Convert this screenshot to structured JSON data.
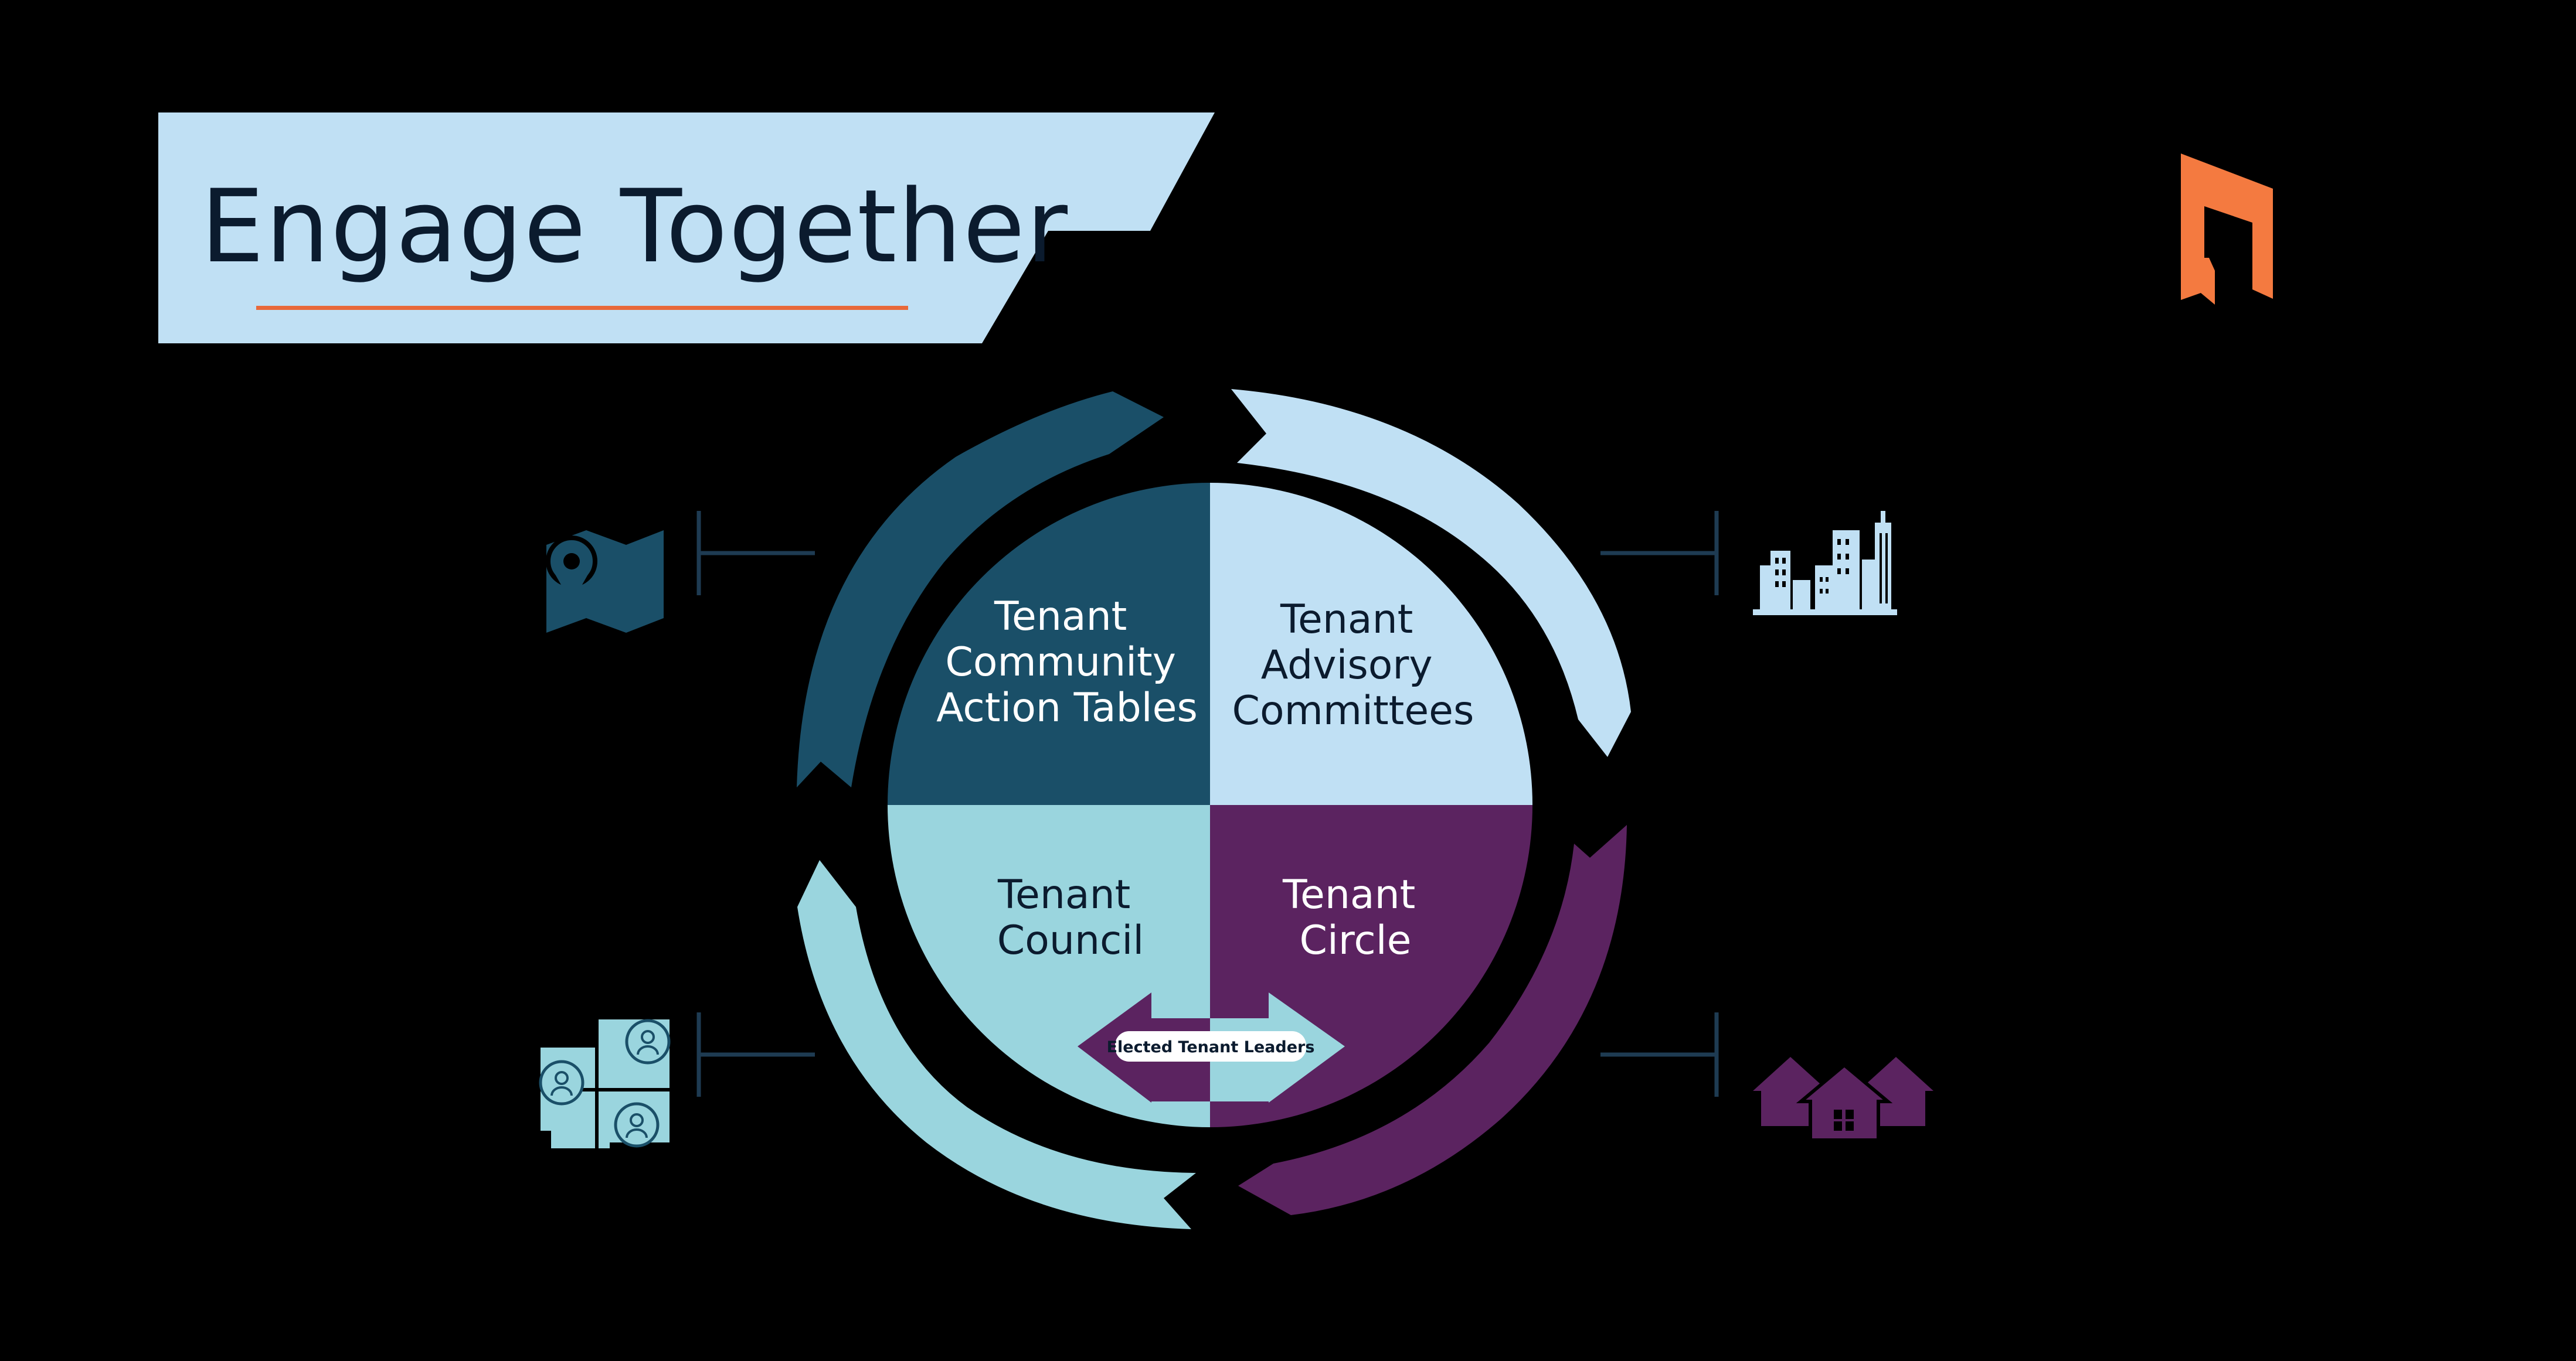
{
  "title": "Engage Together",
  "quadrants": {
    "top_left": [
      "Tenant",
      "Community",
      "Action Tables"
    ],
    "top_right": [
      "Tenant",
      "Advisory",
      "Committees"
    ],
    "bottom_left": [
      "Tenant",
      "Council"
    ],
    "bottom_right": [
      "Tenant",
      "Circle"
    ]
  },
  "connector_label": "Elected Tenant Leaders",
  "icons": {
    "logo": "bookmark-logo-icon",
    "top_left": "map-pin-icon",
    "top_right": "city-skyline-icon",
    "bottom_left": "people-network-icon",
    "bottom_right": "houses-icon"
  },
  "colors": {
    "background": "#000000",
    "title_banner": "#c0e0f4",
    "title_underline": "#e8693a",
    "logo": "#f47a40",
    "dark_teal": "#1a4f68",
    "light_blue": "#c0e0f4",
    "aqua": "#9ad5de",
    "purple": "#5b2360",
    "connector_line": "#1e3b52"
  }
}
